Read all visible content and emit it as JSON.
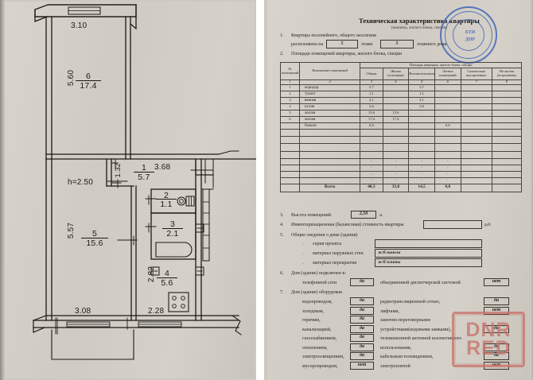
{
  "document": {
    "title": "Техническая характеристика квартиры",
    "subtitle": "(комнаты, жилого блока, секции)",
    "items": {
      "i1_num": "1.",
      "i1_line1": "Квартира посемейного, общего заселения",
      "i1_line2a": "расположена на",
      "i1_floor": "5",
      "i1_line2b": "этаже",
      "i1_storeys": "5",
      "i1_line2c": "этажного дома",
      "i2_num": "2.",
      "i2_text": "Площади помещений квартиры, жилого блока, секции",
      "i3_num": "3.",
      "i3_label": "Высота помещений",
      "i3_value": "2,50",
      "i3_unit": "м.",
      "i4_num": "4.",
      "i4_label": "Инвентаризационная (балансовая) стоимость квартиры",
      "i4_value": "",
      "i4_unit": "руб.",
      "i5_num": "5.",
      "i5_label": "Общие сведения о доме (здания)",
      "i5_r1_label": "серия проекта",
      "i5_r1_value": "",
      "i5_r2_label": "материал наружных стен",
      "i5_r2_value": "ж/б панели",
      "i5_r3_label": "материал перекрытия",
      "i5_r3_value": "ж/б плиты",
      "i6_num": "6.",
      "i6_label": "Дом (здание) подключен к:",
      "i6_r1_label": "телефонной сети",
      "i6_r1_value": "да",
      "i6_r1_label2": "объединенной диспетчерской системой",
      "i6_r1_value2": "нет",
      "i7_num": "7.",
      "i7_label": "Дом (здание) оборудован",
      "i7_rows_left": [
        {
          "label": "водопроводом,",
          "value": "да"
        },
        {
          "label": "холодным,",
          "value": "да"
        },
        {
          "label": "горячим,",
          "value": "да"
        },
        {
          "label": "канализацией,",
          "value": "да"
        },
        {
          "label": "газоснабжением,",
          "value": "да"
        },
        {
          "label": "отоплением,",
          "value": "да"
        },
        {
          "label": "электроосвещением,",
          "value": "да"
        },
        {
          "label": "мусоропроводом,",
          "value": "нет"
        }
      ],
      "i7_rows_right": [
        {
          "label": "радиотрансляционной сетью,",
          "value": "да"
        },
        {
          "label": "лифтами,",
          "value": "нет"
        },
        {
          "label": "замочно-переговорными",
          "value": ""
        },
        {
          "label": "устройствами(кодовыми замками),",
          "value": "да"
        },
        {
          "label": "телевизионной антенной коллективного",
          "value": ""
        },
        {
          "label": "использования,",
          "value": "да"
        },
        {
          "label": "кабельным телевидением,",
          "value": "да"
        },
        {
          "label": "электроплитой",
          "value": "нет"
        }
      ]
    },
    "table": {
      "group_header": "Площадь квартиры, жилого блока, секции",
      "headers": [
        "№ помещений",
        "Назначение помещений",
        "Общая",
        "Жилая (основная)",
        "Вспомогательная",
        "Летних помещений",
        "Самовольно выстроенных",
        "Не жилая (встроенная)"
      ],
      "col_numbers": [
        "1",
        "2",
        "3",
        "4",
        "5",
        "6",
        "7",
        "8"
      ],
      "rows": [
        {
          "no": "1",
          "name": "коридор",
          "obsh": "5,7",
          "zhil": "",
          "vspom": "5,7",
          "letn": "",
          "samo": "",
          "nezhil": ""
        },
        {
          "no": "2",
          "name": "туалет",
          "obsh": "1,1",
          "zhil": "",
          "vspom": "1,1",
          "letn": "",
          "samo": "",
          "nezhil": ""
        },
        {
          "no": "3",
          "name": "ванная",
          "obsh": "2,1",
          "zhil": "",
          "vspom": "2,1",
          "letn": "",
          "samo": "",
          "nezhil": ""
        },
        {
          "no": "4",
          "name": "кухня",
          "obsh": "5,6",
          "zhil": "",
          "vspom": "5,6",
          "letn": "",
          "samo": "",
          "nezhil": ""
        },
        {
          "no": "5",
          "name": "жилая",
          "obsh": "15,6",
          "zhil": "15,6",
          "vspom": "",
          "letn": "",
          "samo": "",
          "nezhil": ""
        },
        {
          "no": "6",
          "name": "жилая",
          "obsh": "17,4",
          "zhil": "17,4",
          "vspom": "",
          "letn": "",
          "samo": "",
          "nezhil": ""
        },
        {
          "no": "",
          "name": "балкон",
          "obsh": "0,8",
          "zhil": "",
          "vspom": "",
          "letn": "0,8",
          "samo": "",
          "nezhil": ""
        }
      ],
      "blank_rows": 4,
      "dash_rows": [
        {
          "no": "",
          "name": "",
          "obsh": "-",
          "zhil": "-",
          "vspom": "-",
          "letn": "-",
          "samo": "",
          "nezhil": ""
        },
        {
          "no": "",
          "name": "",
          "obsh": "-",
          "zhil": "-",
          "vspom": "-",
          "letn": "-",
          "samo": "",
          "nezhil": ""
        },
        {
          "no": "",
          "name": "",
          "obsh": "-",
          "zhil": "-",
          "vspom": "-",
          "letn": "-",
          "samo": "",
          "nezhil": ""
        },
        {
          "no": "",
          "name": "",
          "obsh": "-",
          "zhil": "-",
          "vspom": "-",
          "letn": "-",
          "samo": "",
          "nezhil": ""
        }
      ],
      "total": {
        "label": "Всего",
        "obsh": "48,3",
        "zhil": "33,0",
        "vspom": "14,5",
        "letn": "0,8",
        "samo": "",
        "nezhil": ""
      }
    },
    "stamp": {
      "line1": "БТИ",
      "line2": "ДНР"
    },
    "watermark": {
      "line1": "DNR",
      "line2": "RED",
      "color": "#c9736b"
    }
  },
  "floorplan": {
    "rooms": [
      {
        "id": "room-6",
        "number": "6",
        "area": "17.4"
      },
      {
        "id": "room-1",
        "number": "1",
        "area": "5.7"
      },
      {
        "id": "room-2",
        "number": "2",
        "area": "1.1"
      },
      {
        "id": "room-3",
        "number": "3",
        "area": "2.1"
      },
      {
        "id": "room-4",
        "number": "4",
        "area": "5.6"
      },
      {
        "id": "room-5",
        "number": "5",
        "area": "15.6"
      }
    ],
    "dims": {
      "top_width": "3.10",
      "left_upper": "5.60",
      "left_lower": "5.57",
      "corridor_width": "3.68",
      "partition": "1.32",
      "height_note": "h=2.50",
      "kitchen_depth": "2.82",
      "bottom_left": "3.08",
      "bottom_right": "2.28"
    }
  }
}
